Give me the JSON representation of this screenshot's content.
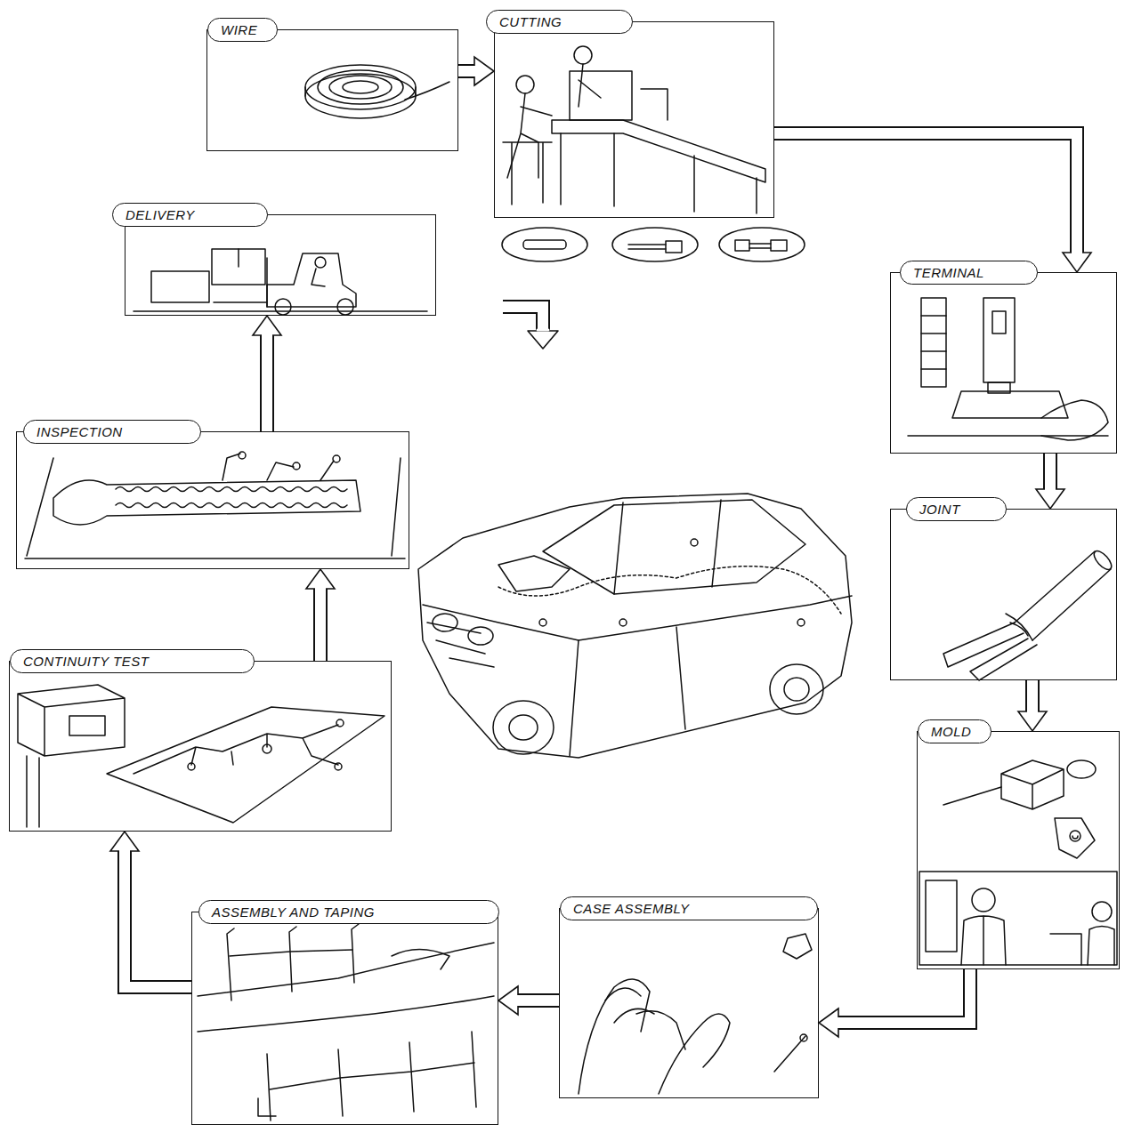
{
  "diagram": {
    "nodes": [
      {
        "text": [
          "WIRE"
        ]
      },
      {
        "text": [
          "CUTTING"
        ]
      },
      {
        "text": [
          "TERMINAL"
        ]
      },
      {
        "text": [
          "JOINT"
        ]
      },
      {
        "text": [
          "MOLD"
        ]
      },
      {
        "text": [
          "CASE ASSEMBLY"
        ]
      },
      {
        "text": [
          "ASSEMBLY AND TAPING"
        ]
      },
      {
        "text": [
          "CONTINUITY TEST"
        ]
      },
      {
        "text": [
          "INSPECTION"
        ]
      },
      {
        "text": [
          "DELIVERY"
        ]
      }
    ],
    "edges": [
      {
        "from": 0,
        "to": 1,
        "arrow": "to"
      },
      {
        "from": 1,
        "to": 2,
        "arrow": "to"
      },
      {
        "from": 2,
        "to": 3,
        "arrow": "to"
      },
      {
        "from": 3,
        "to": 4,
        "arrow": "to"
      },
      {
        "from": 4,
        "to": 5,
        "arrow": "to"
      },
      {
        "from": 5,
        "to": 6,
        "arrow": "to"
      },
      {
        "from": 6,
        "to": 7,
        "arrow": "to"
      },
      {
        "from": 7,
        "to": 8,
        "arrow": "to"
      },
      {
        "from": 8,
        "to": 9,
        "arrow": "to"
      }
    ]
  }
}
